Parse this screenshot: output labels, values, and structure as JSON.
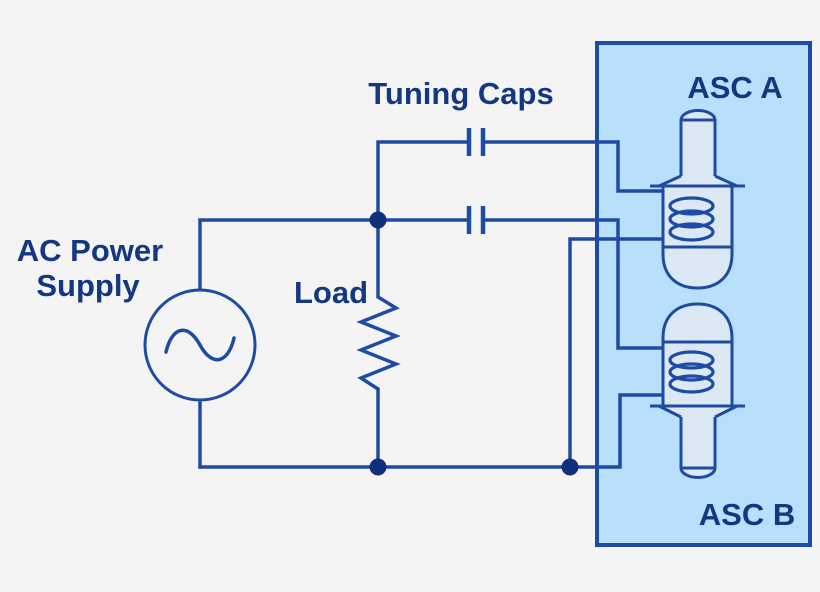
{
  "colors": {
    "background": "#f4f4f5",
    "line": "#1e4ba3",
    "text": "#143781",
    "box_fill": "#b8dffb",
    "device_fill": "#dde8f5",
    "dot": "#10307c"
  },
  "labels": {
    "ac_line1": "AC Power",
    "ac_line2": "Supply",
    "load": "Load",
    "tuning_caps": "Tuning Caps",
    "asc_a": "ASC A",
    "asc_b": "ASC B"
  },
  "diagram": {
    "type": "circuit-schematic",
    "components": [
      {
        "id": "ac-source",
        "label": "AC Power Supply",
        "symbol": "ac-sine-source"
      },
      {
        "id": "load",
        "label": "Load",
        "symbol": "resistor"
      },
      {
        "id": "tuning-caps",
        "label": "Tuning Caps",
        "symbol": "capacitor",
        "count": 2
      },
      {
        "id": "asc-a",
        "label": "ASC A",
        "symbol": "cryostat-coil-device"
      },
      {
        "id": "asc-b",
        "label": "ASC B",
        "symbol": "cryostat-coil-device"
      }
    ],
    "connections": [
      "ac-source top to node with load, cap1 branch up, cap2 branch right",
      "cap1 feeds ASC A top coil, ASC A bottom returns to bottom bus",
      "cap2 feeds ASC B top coil, ASC B bottom returns to bottom bus",
      "load in parallel between top and bottom buses"
    ]
  }
}
